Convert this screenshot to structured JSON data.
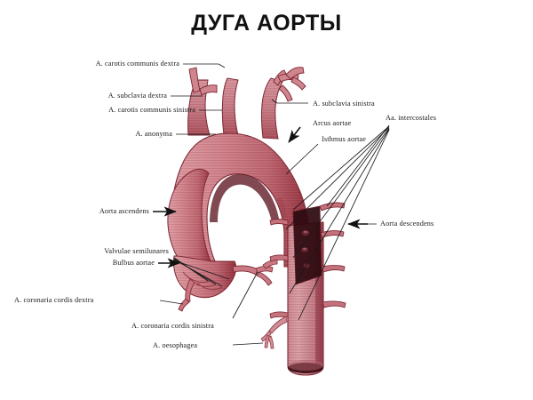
{
  "page": {
    "title": "ДУГА АОРТЫ",
    "background_color": "#ffffff",
    "title_color": "#111111"
  },
  "diagram": {
    "subject": "aortic-arch-anatomy",
    "vessel_color_light": "#e3a4a8",
    "vessel_color_mid": "#c9737c",
    "vessel_color_dark": "#8e2b37",
    "vessel_color_deep": "#4d0f18",
    "outline_color": "#7a2530",
    "leader_color": "#1a1a1a"
  },
  "labels": {
    "left": [
      {
        "id": "a-carotis-communis-dextra",
        "text": "A. carotis communis dextra"
      },
      {
        "id": "a-subclavia-dextra",
        "text": "A. subclavia dextra"
      },
      {
        "id": "a-carotis-communis-sinistra",
        "text": "A. carotis communis sinistra"
      },
      {
        "id": "a-anonyma",
        "text": "A. anonyma"
      },
      {
        "id": "aorta-ascendens",
        "text": "Aorta ascendens"
      },
      {
        "id": "valvulae-semilunares",
        "text": "Valvulae semilunares"
      },
      {
        "id": "bulbus-aortae",
        "text": "Bulbus aortae"
      },
      {
        "id": "a-coronaria-cordis-dextra",
        "text": "A. coronaria cordis dextra"
      }
    ],
    "bottom": [
      {
        "id": "a-coronaria-cordis-sinistra",
        "text": "A. coronaria cordis sinistra"
      },
      {
        "id": "a-oesophagea",
        "text": "A. oesophagea"
      }
    ],
    "right": [
      {
        "id": "a-subclavia-sinistra",
        "text": "A. subclavia sinistra"
      },
      {
        "id": "arcus-aortae",
        "text": "Arcus aortae"
      },
      {
        "id": "isthmus-aortae",
        "text": "Isthmus aortae"
      },
      {
        "id": "aa-intercostales",
        "text": "Aa. intercostales"
      },
      {
        "id": "aorta-descendens",
        "text": "Aorta descendens"
      }
    ]
  }
}
